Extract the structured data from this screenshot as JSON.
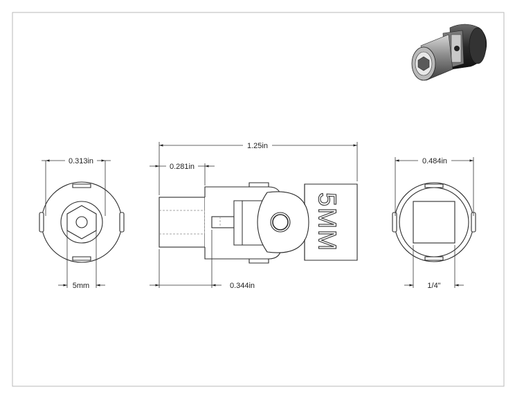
{
  "dimensions": {
    "left_width": "0.313in",
    "left_hex": "5mm",
    "overall_length": "1.25in",
    "socket_depth": "0.281in",
    "neck_offset": "0.344in",
    "right_width": "0.484in",
    "right_drive": "1/4\""
  },
  "marking": "5MM",
  "colors": {
    "line": "#2b2b2b",
    "border": "#b8b8b8",
    "body_dark": "#2a2a2a",
    "body_light": "#9a9a9a"
  }
}
